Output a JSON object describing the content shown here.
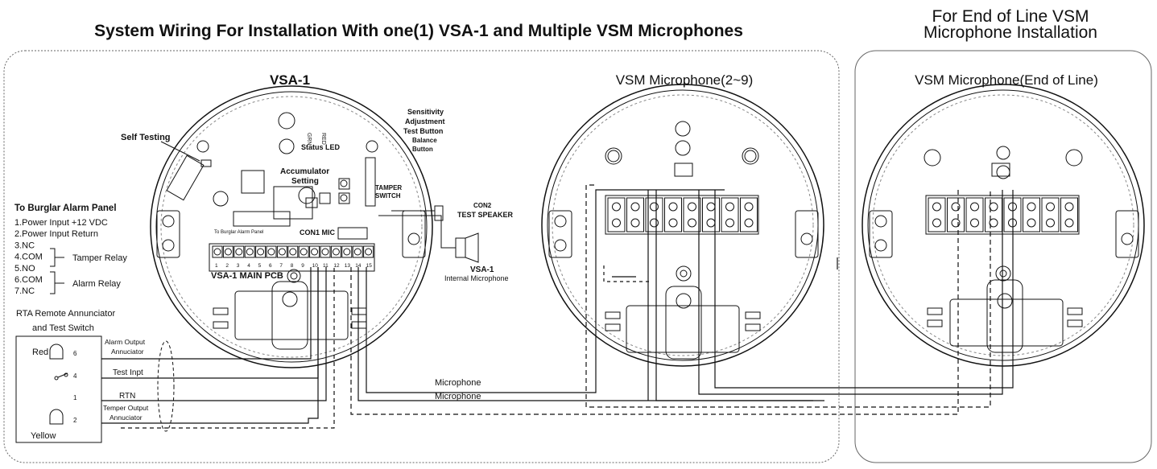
{
  "titles": {
    "main": "System Wiring For Installation With one(1) VSA-1 and Multiple VSM Microphones",
    "end_line_1": "For End of Line VSM",
    "end_line_2": "Microphone Installation"
  },
  "panels": {
    "vsa1": "VSA-1",
    "vsm_mid": "VSM Microphone(2~9)",
    "vsm_end": "VSM Microphone(End of Line)"
  },
  "vsa1_labels": {
    "self_testing": "Self Testing",
    "status_led": "Status LED",
    "grn": "GRN",
    "red": "RED",
    "sensitivity": "Sensitivity",
    "adjustment": "Adjustment",
    "test_button": "Test Button",
    "balance": "Balance",
    "button": "Button",
    "accumulator": "Accumulator",
    "setting": "Setting",
    "tamper": "TAMPER",
    "switch": "SWITCH",
    "con2": "CON2",
    "test_speaker": "TEST SPEAKER",
    "con1_mic": "CON1 MIC",
    "to_burglar_small": "To Burglar Alarm Panel",
    "main_pcb": "VSA-1 MAIN PCB",
    "vsa1_internal": "VSA-1",
    "internal_microphone": "Internal Microphone",
    "terminal_numbers": [
      "1",
      "2",
      "3",
      "4",
      "5",
      "6",
      "7",
      "8",
      "9",
      "10",
      "11",
      "12",
      "13",
      "14",
      "15"
    ]
  },
  "burglar": {
    "heading": "To Burglar Alarm Panel",
    "items": [
      "1.Power Input +12 VDC",
      "2.Power Input Return",
      "3.NC",
      "4.COM",
      "5.NO",
      "6.COM",
      "7.NC"
    ],
    "tamper_relay": "Tamper Relay",
    "alarm_relay": "Alarm Relay"
  },
  "rta": {
    "heading_1": "RTA Remote Annunciator",
    "heading_2": "and Test Switch",
    "red": "Red",
    "yellow": "Yellow",
    "pins": [
      "6",
      "4",
      "1",
      "2"
    ],
    "alarm_output": "Alarm Output",
    "annuciator_1": "Annuciator",
    "test_inpt": "Test Inpt",
    "rtn": "RTN",
    "tamper_output": "Temper Output",
    "annuciator_2": "Annuciator"
  },
  "wires": {
    "microphone_1": "Microphone",
    "microphone_2": "Microphone"
  }
}
